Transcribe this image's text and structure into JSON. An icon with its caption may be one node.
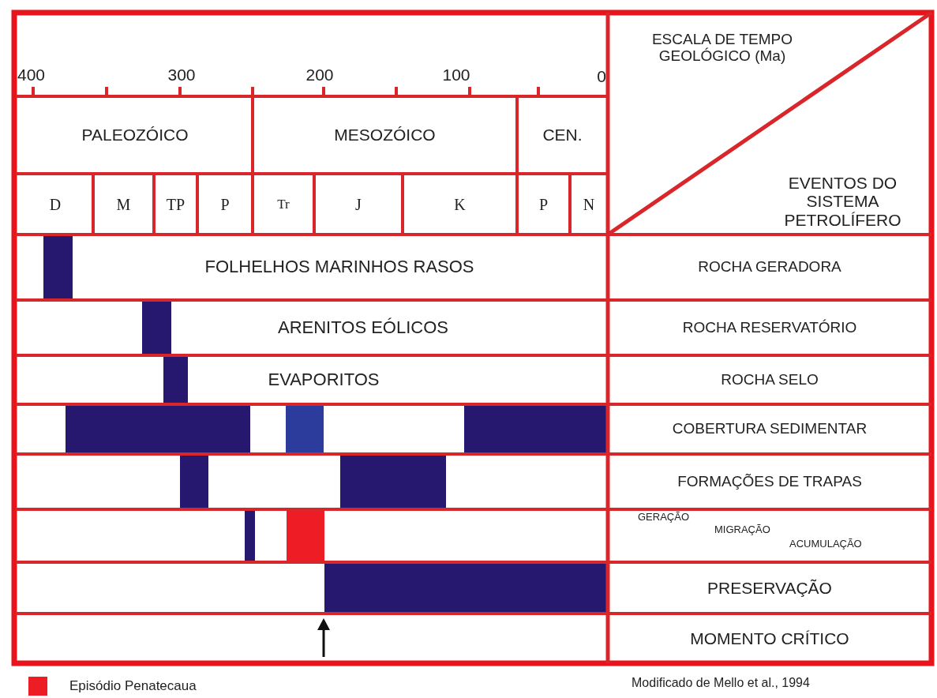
{
  "diagram": {
    "caption": "Modificado de Mello et al., 1994",
    "labels": [
      "400",
      "300",
      "200",
      "100",
      "0",
      "ESCALA DE TEMPO GEOLÓGICO (Ma)",
      "PALEOZÓICO",
      "MESOZÓICO",
      "CEN.",
      "EVENTOS DO SISTEMA PETROLÍFERO",
      "D",
      "M",
      "TP",
      "P",
      "Tr",
      "J",
      "K",
      "P",
      "N",
      "FOLHELHOS MARINHOS RASOS",
      "ROCHA GERADORA",
      "ARENITOS EÓLICOS",
      "ROCHA RESERVATÓRIO",
      "EVAPORITOS",
      "ROCHA SELO",
      "COBERTURA SEDIMENTAR",
      "FORMAÇÕES DE TRAPAS",
      "GERAÇÃO",
      "MIGRAÇÃO",
      "ACUMULAÇÃO",
      "PRESERVAÇÃO",
      "MOMENTO CRÍTICO"
    ],
    "legend": [
      {
        "text": "Episódio Penatecaua",
        "color": "#ee1c24"
      }
    ]
  }
}
